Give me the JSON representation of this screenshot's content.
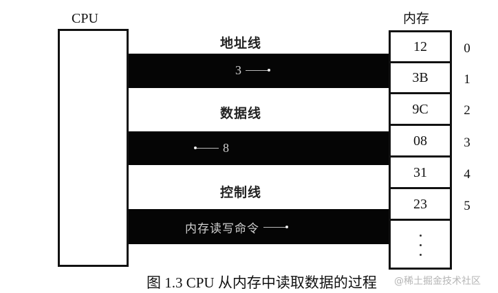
{
  "diagram": {
    "cpu": {
      "label": "CPU"
    },
    "memory": {
      "label": "内存",
      "cells": [
        {
          "address": "0",
          "value": "12"
        },
        {
          "address": "1",
          "value": "3B"
        },
        {
          "address": "2",
          "value": "9C"
        },
        {
          "address": "3",
          "value": "08"
        },
        {
          "address": "4",
          "value": "31"
        },
        {
          "address": "5",
          "value": "23"
        }
      ],
      "continuation": "⋮"
    },
    "buses": [
      {
        "name": "地址线",
        "signal": "3",
        "direction": "right"
      },
      {
        "name": "数据线",
        "signal": "8",
        "direction": "left"
      },
      {
        "name": "控制线",
        "signal": "内存读写命令",
        "direction": "right"
      }
    ]
  },
  "caption": "图 1.3 CPU 从内存中读取数据的过程",
  "watermark": "@稀土掘金技术社区",
  "colors": {
    "bus": "#050505",
    "background": "#ffffff",
    "text": "#111111",
    "watermark": "#b5b5b5"
  }
}
